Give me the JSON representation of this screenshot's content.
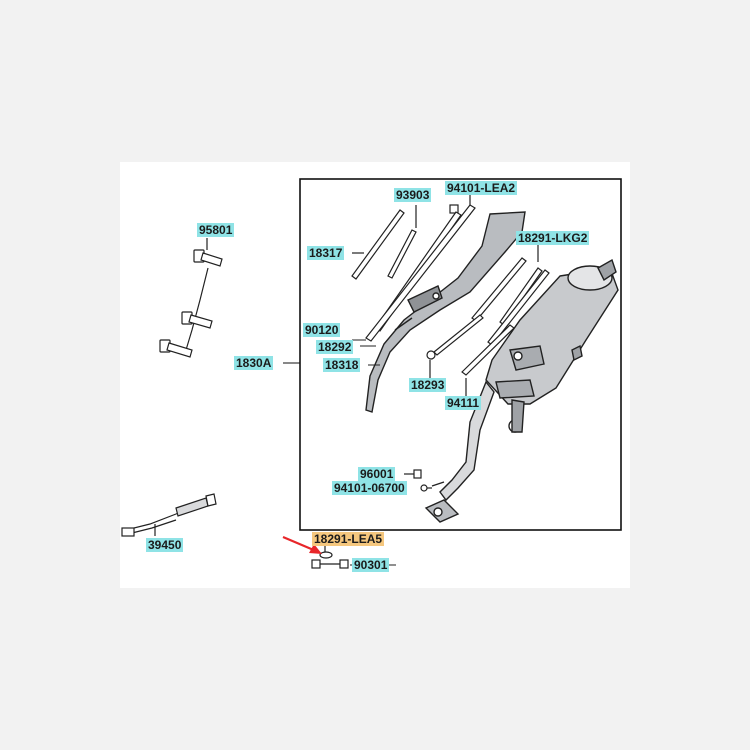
{
  "diagram": {
    "highlight_color": "#f5c77e",
    "label_color": "#8fe3e6",
    "pointer_color": "#e8262a",
    "parts": {
      "p95801": "95801",
      "p18317": "18317",
      "p93903": "93903",
      "p94101_lea2": "94101-LEA2",
      "p18291_lkg2": "18291-LKG2",
      "p90120": "90120",
      "p18292": "18292",
      "p1830a": "1830A",
      "p18318": "18318",
      "p18293": "18293",
      "p94111": "94111",
      "p96001": "96001",
      "p94101_06700": "94101-06700",
      "p39450": "39450",
      "p18291_lea5": "18291-LEA5",
      "p90301": "90301"
    }
  }
}
